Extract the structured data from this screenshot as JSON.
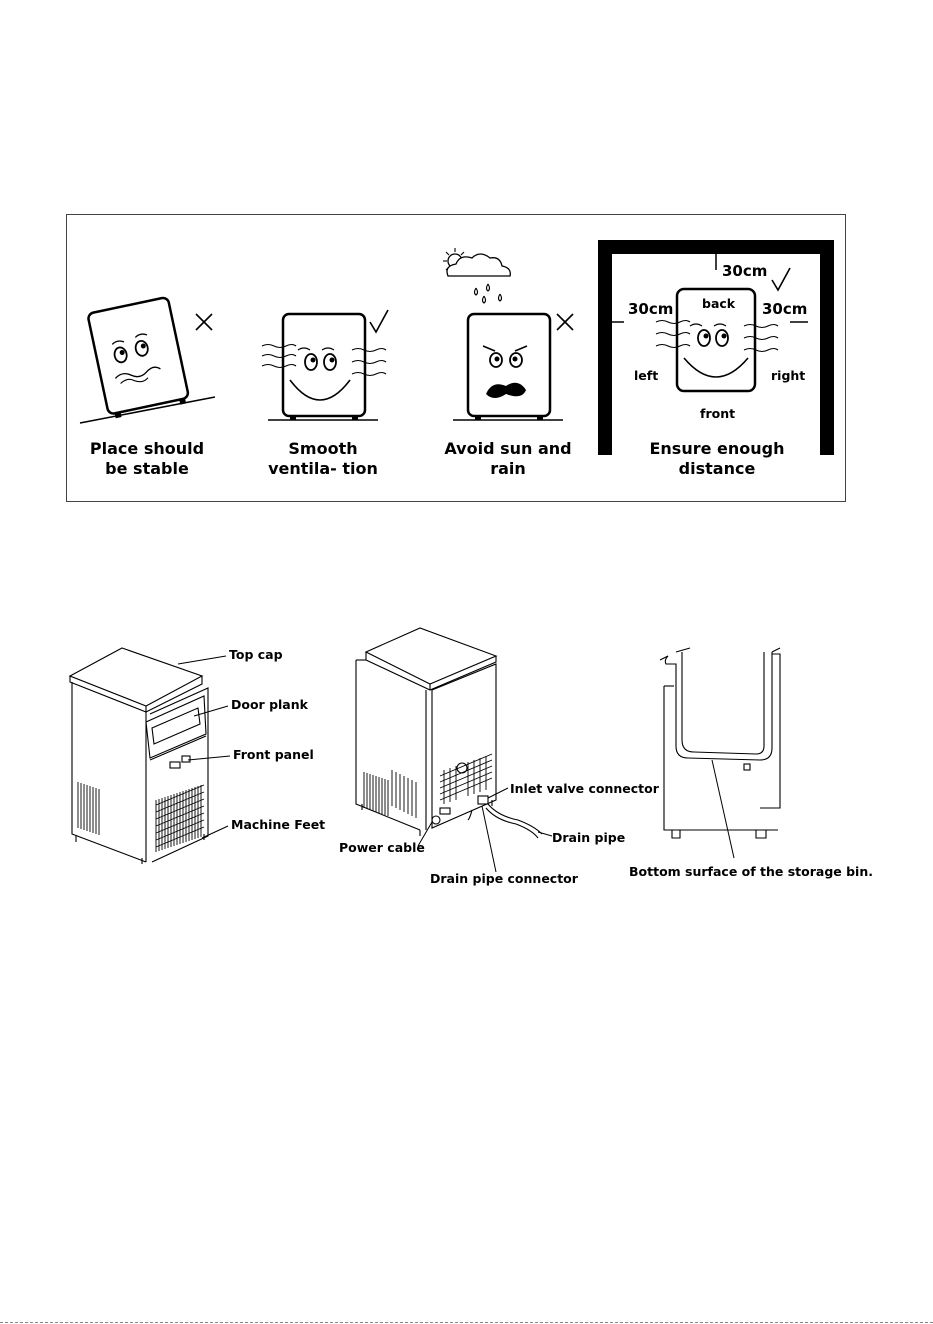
{
  "installation_tips": {
    "items": [
      {
        "caption": "Place should be stable",
        "mark": "×"
      },
      {
        "caption": "Smooth ventila- tion",
        "mark": "√"
      },
      {
        "caption": "Avoid sun and rain",
        "mark": "×"
      },
      {
        "caption": "Ensure enough distance",
        "mark": "√"
      }
    ],
    "distance": {
      "back_value": "30cm",
      "left_value": "30cm",
      "right_value": "30cm",
      "back": "back",
      "left": "left",
      "right": "right",
      "front": "front"
    }
  },
  "parts": {
    "front_view": {
      "top_cap": "Top cap",
      "door_plank": "Door plank",
      "front_panel": "Front panel",
      "machine_feet": "Machine Feet"
    },
    "rear_view": {
      "inlet_valve_connector": "Inlet valve connector",
      "drain_pipe": "Drain pipe",
      "power_cable": "Power cable",
      "drain_pipe_connector": "Drain pipe connector"
    },
    "side_view": {
      "bottom_surface": "Bottom surface of the storage bin."
    }
  }
}
